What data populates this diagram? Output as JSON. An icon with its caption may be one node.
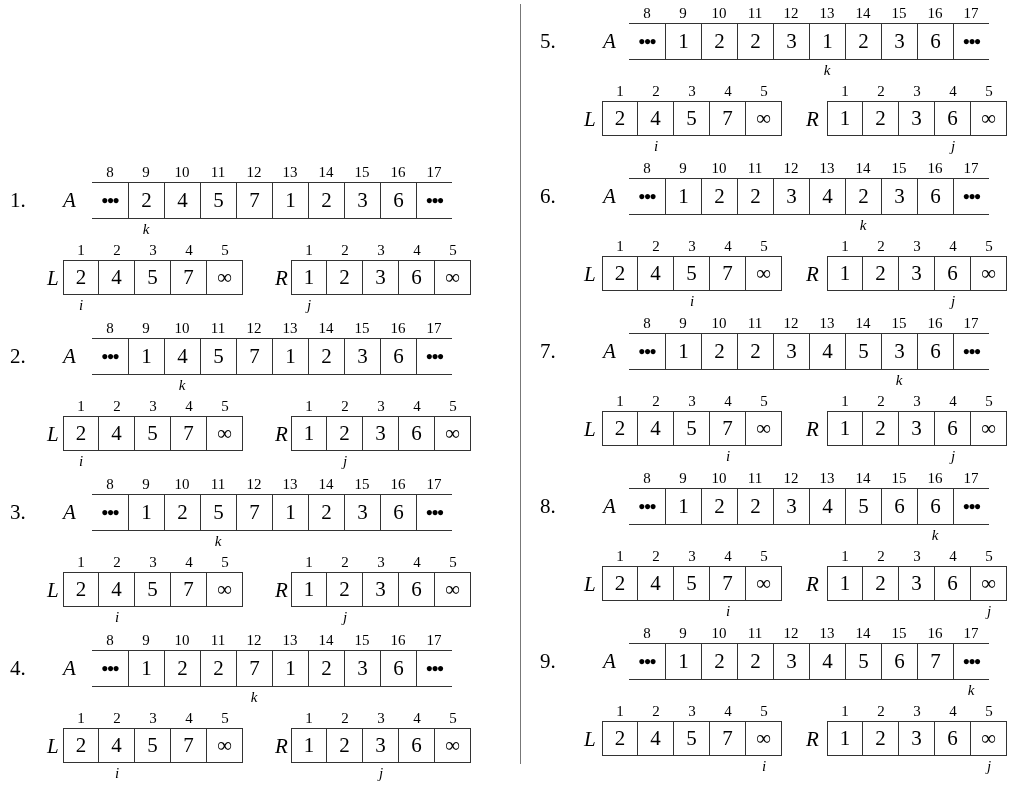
{
  "diagram": {
    "nodes": [
      {
        "text": [
          "•••"
        ],
        "beside": [
          "8"
        ]
      },
      {
        "text": [
          "2"
        ],
        "beside": [
          "9",
          "k"
        ]
      },
      {
        "text": [
          "4"
        ],
        "beside": [
          "10"
        ]
      },
      {
        "text": [
          "5"
        ],
        "beside": [
          "11"
        ]
      },
      {
        "text": [
          "7"
        ],
        "beside": [
          "12"
        ]
      },
      {
        "text": [
          "1"
        ],
        "beside": [
          "13"
        ]
      },
      {
        "text": [
          "2"
        ],
        "beside": [
          "14"
        ]
      },
      {
        "text": [
          "3"
        ],
        "beside": [
          "15"
        ]
      },
      {
        "text": [
          "6"
        ],
        "beside": [
          "16"
        ]
      },
      {
        "text": [
          "•••"
        ],
        "beside": [
          "17"
        ]
      },
      {
        "text": [
          "2"
        ],
        "beside": [
          "1",
          "i"
        ]
      },
      {
        "text": [
          "4"
        ],
        "beside": [
          "2"
        ]
      },
      {
        "text": [
          "5"
        ],
        "beside": [
          "3"
        ]
      },
      {
        "text": [
          "7"
        ],
        "beside": [
          "4"
        ]
      },
      {
        "text": [
          "∞"
        ],
        "beside": [
          "5"
        ]
      },
      {
        "text": [
          "1"
        ],
        "beside": [
          "1",
          "j"
        ]
      },
      {
        "text": [
          "2"
        ],
        "beside": [
          "2"
        ]
      },
      {
        "text": [
          "3"
        ],
        "beside": [
          "3"
        ]
      },
      {
        "text": [
          "6"
        ],
        "beside": [
          "4"
        ]
      },
      {
        "text": [
          "∞"
        ],
        "beside": [
          "5"
        ]
      },
      {
        "text": [
          "•••"
        ],
        "beside": [
          "8"
        ]
      },
      {
        "text": [
          "1"
        ],
        "beside": [
          "9"
        ]
      },
      {
        "text": [
          "4"
        ],
        "beside": [
          "10",
          "k"
        ]
      },
      {
        "text": [
          "5"
        ],
        "beside": [
          "11"
        ]
      },
      {
        "text": [
          "7"
        ],
        "beside": [
          "12"
        ]
      },
      {
        "text": [
          "1"
        ],
        "beside": [
          "13"
        ]
      },
      {
        "text": [
          "2"
        ],
        "beside": [
          "14"
        ]
      },
      {
        "text": [
          "3"
        ],
        "beside": [
          "15"
        ]
      },
      {
        "text": [
          "6"
        ],
        "beside": [
          "16"
        ]
      },
      {
        "text": [
          "•••"
        ],
        "beside": [
          "17"
        ]
      },
      {
        "text": [
          "2"
        ],
        "beside": [
          "1",
          "i"
        ]
      },
      {
        "text": [
          "4"
        ],
        "beside": [
          "2"
        ]
      },
      {
        "text": [
          "5"
        ],
        "beside": [
          "3"
        ]
      },
      {
        "text": [
          "7"
        ],
        "beside": [
          "4"
        ]
      },
      {
        "text": [
          "∞"
        ],
        "beside": [
          "5"
        ]
      },
      {
        "text": [
          "1"
        ],
        "beside": [
          "1"
        ]
      },
      {
        "text": [
          "2"
        ],
        "beside": [
          "2",
          "j"
        ]
      },
      {
        "text": [
          "3"
        ],
        "beside": [
          "3"
        ]
      },
      {
        "text": [
          "6"
        ],
        "beside": [
          "4"
        ]
      },
      {
        "text": [
          "∞"
        ],
        "beside": [
          "5"
        ]
      },
      {
        "text": [
          "•••"
        ],
        "beside": [
          "8"
        ]
      },
      {
        "text": [
          "1"
        ],
        "beside": [
          "9"
        ]
      },
      {
        "text": [
          "2"
        ],
        "beside": [
          "10"
        ]
      },
      {
        "text": [
          "5"
        ],
        "beside": [
          "11",
          "k"
        ]
      },
      {
        "text": [
          "7"
        ],
        "beside": [
          "12"
        ]
      },
      {
        "text": [
          "1"
        ],
        "beside": [
          "13"
        ]
      },
      {
        "text": [
          "2"
        ],
        "beside": [
          "14"
        ]
      },
      {
        "text": [
          "3"
        ],
        "beside": [
          "15"
        ]
      },
      {
        "text": [
          "6"
        ],
        "beside": [
          "16"
        ]
      },
      {
        "text": [
          "•••"
        ],
        "beside": [
          "17"
        ]
      },
      {
        "text": [
          "2"
        ],
        "beside": [
          "1"
        ]
      },
      {
        "text": [
          "4"
        ],
        "beside": [
          "2",
          "i"
        ]
      },
      {
        "text": [
          "5"
        ],
        "beside": [
          "3"
        ]
      },
      {
        "text": [
          "7"
        ],
        "beside": [
          "4"
        ]
      },
      {
        "text": [
          "∞"
        ],
        "beside": [
          "5"
        ]
      },
      {
        "text": [
          "1"
        ],
        "beside": [
          "1"
        ]
      },
      {
        "text": [
          "2"
        ],
        "beside": [
          "2",
          "j"
        ]
      },
      {
        "text": [
          "3"
        ],
        "beside": [
          "3"
        ]
      },
      {
        "text": [
          "6"
        ],
        "beside": [
          "4"
        ]
      },
      {
        "text": [
          "∞"
        ],
        "beside": [
          "5"
        ]
      },
      {
        "text": [
          "•••"
        ],
        "beside": [
          "8"
        ]
      },
      {
        "text": [
          "1"
        ],
        "beside": [
          "9"
        ]
      },
      {
        "text": [
          "2"
        ],
        "beside": [
          "10"
        ]
      },
      {
        "text": [
          "2"
        ],
        "beside": [
          "11"
        ]
      },
      {
        "text": [
          "7"
        ],
        "beside": [
          "12",
          "k"
        ]
      },
      {
        "text": [
          "1"
        ],
        "beside": [
          "13"
        ]
      },
      {
        "text": [
          "2"
        ],
        "beside": [
          "14"
        ]
      },
      {
        "text": [
          "3"
        ],
        "beside": [
          "15"
        ]
      },
      {
        "text": [
          "6"
        ],
        "beside": [
          "16"
        ]
      },
      {
        "text": [
          "•••"
        ],
        "beside": [
          "17"
        ]
      },
      {
        "text": [
          "2"
        ],
        "beside": [
          "1"
        ]
      },
      {
        "text": [
          "4"
        ],
        "beside": [
          "2",
          "i"
        ]
      },
      {
        "text": [
          "5"
        ],
        "beside": [
          "3"
        ]
      },
      {
        "text": [
          "7"
        ],
        "beside": [
          "4"
        ]
      },
      {
        "text": [
          "∞"
        ],
        "beside": [
          "5"
        ]
      },
      {
        "text": [
          "1"
        ],
        "beside": [
          "1"
        ]
      },
      {
        "text": [
          "2"
        ],
        "beside": [
          "2"
        ]
      },
      {
        "text": [
          "3"
        ],
        "beside": [
          "3",
          "j"
        ]
      },
      {
        "text": [
          "6"
        ],
        "beside": [
          "4"
        ]
      },
      {
        "text": [
          "∞"
        ],
        "beside": [
          "5"
        ]
      },
      {
        "text": [
          "•••"
        ],
        "beside": [
          "8"
        ]
      },
      {
        "text": [
          "1"
        ],
        "beside": [
          "9"
        ]
      },
      {
        "text": [
          "2"
        ],
        "beside": [
          "10"
        ]
      },
      {
        "text": [
          "2"
        ],
        "beside": [
          "11"
        ]
      },
      {
        "text": [
          "3"
        ],
        "beside": [
          "12"
        ]
      },
      {
        "text": [
          "1"
        ],
        "beside": [
          "13",
          "k"
        ]
      },
      {
        "text": [
          "2"
        ],
        "beside": [
          "14"
        ]
      },
      {
        "text": [
          "3"
        ],
        "beside": [
          "15"
        ]
      },
      {
        "text": [
          "6"
        ],
        "beside": [
          "16"
        ]
      },
      {
        "text": [
          "•••"
        ],
        "beside": [
          "17"
        ]
      },
      {
        "text": [
          "2"
        ],
        "beside": [
          "1"
        ]
      },
      {
        "text": [
          "4"
        ],
        "beside": [
          "2",
          "i"
        ]
      },
      {
        "text": [
          "5"
        ],
        "beside": [
          "3"
        ]
      },
      {
        "text": [
          "7"
        ],
        "beside": [
          "4"
        ]
      },
      {
        "text": [
          "∞"
        ],
        "beside": [
          "5"
        ]
      },
      {
        "text": [
          "1"
        ],
        "beside": [
          "1"
        ]
      },
      {
        "text": [
          "2"
        ],
        "beside": [
          "2"
        ]
      },
      {
        "text": [
          "3"
        ],
        "beside": [
          "3"
        ]
      },
      {
        "text": [
          "6"
        ],
        "beside": [
          "4",
          "j"
        ]
      },
      {
        "text": [
          "∞"
        ],
        "beside": [
          "5"
        ]
      },
      {
        "text": [
          "•••"
        ],
        "beside": [
          "8"
        ]
      },
      {
        "text": [
          "1"
        ],
        "beside": [
          "9"
        ]
      },
      {
        "text": [
          "2"
        ],
        "beside": [
          "10"
        ]
      },
      {
        "text": [
          "2"
        ],
        "beside": [
          "11"
        ]
      },
      {
        "text": [
          "3"
        ],
        "beside": [
          "12"
        ]
      },
      {
        "text": [
          "4"
        ],
        "beside": [
          "13"
        ]
      },
      {
        "text": [
          "2"
        ],
        "beside": [
          "14",
          "k"
        ]
      },
      {
        "text": [
          "3"
        ],
        "beside": [
          "15"
        ]
      },
      {
        "text": [
          "6"
        ],
        "beside": [
          "16"
        ]
      },
      {
        "text": [
          "•••"
        ],
        "beside": [
          "17"
        ]
      },
      {
        "text": [
          "2"
        ],
        "beside": [
          "1"
        ]
      },
      {
        "text": [
          "4"
        ],
        "beside": [
          "2"
        ]
      },
      {
        "text": [
          "5"
        ],
        "beside": [
          "3",
          "i"
        ]
      },
      {
        "text": [
          "7"
        ],
        "beside": [
          "4"
        ]
      },
      {
        "text": [
          "∞"
        ],
        "beside": [
          "5"
        ]
      },
      {
        "text": [
          "1"
        ],
        "beside": [
          "1"
        ]
      },
      {
        "text": [
          "2"
        ],
        "beside": [
          "2"
        ]
      },
      {
        "text": [
          "3"
        ],
        "beside": [
          "3"
        ]
      },
      {
        "text": [
          "6"
        ],
        "beside": [
          "4",
          "j"
        ]
      },
      {
        "text": [
          "∞"
        ],
        "beside": [
          "5"
        ]
      },
      {
        "text": [
          "•••"
        ],
        "beside": [
          "8"
        ]
      },
      {
        "text": [
          "1"
        ],
        "beside": [
          "9"
        ]
      },
      {
        "text": [
          "2"
        ],
        "beside": [
          "10"
        ]
      },
      {
        "text": [
          "2"
        ],
        "beside": [
          "11"
        ]
      },
      {
        "text": [
          "3"
        ],
        "beside": [
          "12"
        ]
      },
      {
        "text": [
          "4"
        ],
        "beside": [
          "13"
        ]
      },
      {
        "text": [
          "5"
        ],
        "beside": [
          "14"
        ]
      },
      {
        "text": [
          "3"
        ],
        "beside": [
          "15",
          "k"
        ]
      },
      {
        "text": [
          "6"
        ],
        "beside": [
          "16"
        ]
      },
      {
        "text": [
          "•••"
        ],
        "beside": [
          "17"
        ]
      },
      {
        "text": [
          "2"
        ],
        "beside": [
          "1"
        ]
      },
      {
        "text": [
          "4"
        ],
        "beside": [
          "2"
        ]
      },
      {
        "text": [
          "5"
        ],
        "beside": [
          "3"
        ]
      },
      {
        "text": [
          "7"
        ],
        "beside": [
          "4",
          "i"
        ]
      },
      {
        "text": [
          "∞"
        ],
        "beside": [
          "5"
        ]
      },
      {
        "text": [
          "1"
        ],
        "beside": [
          "1"
        ]
      },
      {
        "text": [
          "2"
        ],
        "beside": [
          "2"
        ]
      },
      {
        "text": [
          "3"
        ],
        "beside": [
          "3"
        ]
      },
      {
        "text": [
          "6"
        ],
        "beside": [
          "4",
          "j"
        ]
      },
      {
        "text": [
          "∞"
        ],
        "beside": [
          "5"
        ]
      },
      {
        "text": [
          "•••"
        ],
        "beside": [
          "8"
        ]
      },
      {
        "text": [
          "1"
        ],
        "beside": [
          "9"
        ]
      },
      {
        "text": [
          "2"
        ],
        "beside": [
          "10"
        ]
      },
      {
        "text": [
          "2"
        ],
        "beside": [
          "11"
        ]
      },
      {
        "text": [
          "3"
        ],
        "beside": [
          "12"
        ]
      },
      {
        "text": [
          "4"
        ],
        "beside": [
          "13"
        ]
      },
      {
        "text": [
          "5"
        ],
        "beside": [
          "14"
        ]
      },
      {
        "text": [
          "6"
        ],
        "beside": [
          "15"
        ]
      },
      {
        "text": [
          "6"
        ],
        "beside": [
          "16",
          "k"
        ]
      },
      {
        "text": [
          "•••"
        ],
        "beside": [
          "17"
        ]
      },
      {
        "text": [
          "2"
        ],
        "beside": [
          "1"
        ]
      },
      {
        "text": [
          "4"
        ],
        "beside": [
          "2"
        ]
      },
      {
        "text": [
          "5"
        ],
        "beside": [
          "3"
        ]
      },
      {
        "text": [
          "7"
        ],
        "beside": [
          "4",
          "i"
        ]
      },
      {
        "text": [
          "∞"
        ],
        "beside": [
          "5"
        ]
      },
      {
        "text": [
          "1"
        ],
        "beside": [
          "1"
        ]
      },
      {
        "text": [
          "2"
        ],
        "beside": [
          "2"
        ]
      },
      {
        "text": [
          "3"
        ],
        "beside": [
          "3"
        ]
      },
      {
        "text": [
          "6"
        ],
        "beside": [
          "4"
        ]
      },
      {
        "text": [
          "∞"
        ],
        "beside": [
          "5",
          "j"
        ]
      },
      {
        "text": [
          "•••"
        ],
        "beside": [
          "8"
        ]
      },
      {
        "text": [
          "1"
        ],
        "beside": [
          "9"
        ]
      },
      {
        "text": [
          "2"
        ],
        "beside": [
          "10"
        ]
      },
      {
        "text": [
          "2"
        ],
        "beside": [
          "11"
        ]
      },
      {
        "text": [
          "3"
        ],
        "beside": [
          "12"
        ]
      },
      {
        "text": [
          "4"
        ],
        "beside": [
          "13"
        ]
      },
      {
        "text": [
          "5"
        ],
        "beside": [
          "14"
        ]
      },
      {
        "text": [
          "6"
        ],
        "beside": [
          "15"
        ]
      },
      {
        "text": [
          "7"
        ],
        "beside": [
          "16"
        ]
      },
      {
        "text": [
          "•••"
        ],
        "beside": [
          "17",
          "k"
        ]
      },
      {
        "text": [
          "2"
        ],
        "beside": [
          "1"
        ]
      },
      {
        "text": [
          "4"
        ],
        "beside": [
          "2"
        ]
      },
      {
        "text": [
          "5"
        ],
        "beside": [
          "3"
        ]
      },
      {
        "text": [
          "7"
        ],
        "beside": [
          "4"
        ]
      },
      {
        "text": [
          "∞"
        ],
        "beside": [
          "5",
          "i"
        ]
      },
      {
        "text": [
          "1"
        ],
        "beside": [
          "1"
        ]
      },
      {
        "text": [
          "2"
        ],
        "beside": [
          "2"
        ]
      },
      {
        "text": [
          "3"
        ],
        "beside": [
          "3"
        ]
      },
      {
        "text": [
          "6"
        ],
        "beside": [
          "4"
        ]
      },
      {
        "text": [
          "∞"
        ],
        "beside": [
          "5",
          "j"
        ]
      }
    ],
    "labels": [
      "1.",
      "A",
      "L",
      "R",
      "2.",
      "A",
      "L",
      "R",
      "3.",
      "A",
      "L",
      "R",
      "4.",
      "A",
      "L",
      "R",
      "5.",
      "A",
      "L",
      "R",
      "6.",
      "A",
      "L",
      "R",
      "7.",
      "A",
      "L",
      "R",
      "8.",
      "A",
      "L",
      "R",
      "9.",
      "A",
      "L",
      "R"
    ]
  }
}
